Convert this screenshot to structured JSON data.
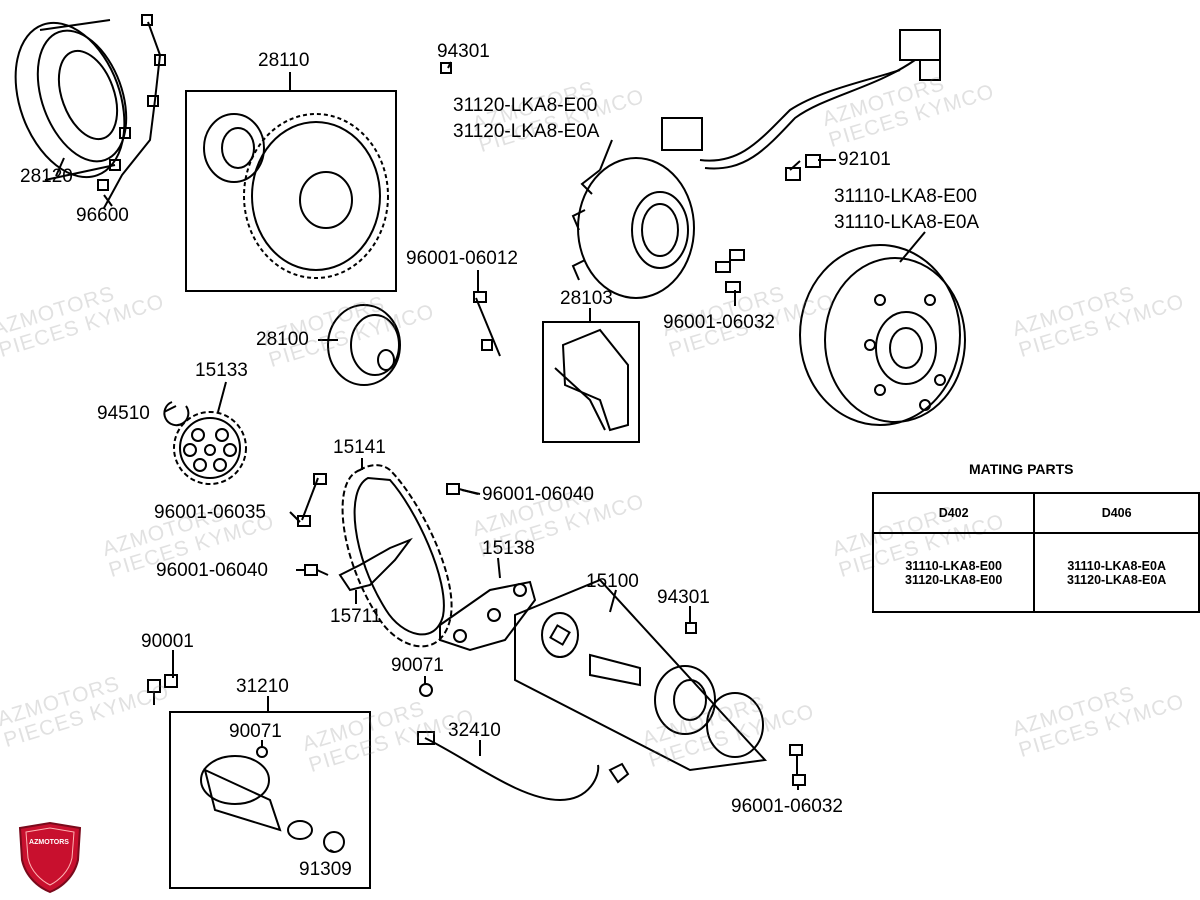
{
  "labels": {
    "p28120": "28120",
    "p96600": "96600",
    "p28110": "28110",
    "p94301a": "94301",
    "p31120a": "31120-LKA8-E00",
    "p31120b": "31120-LKA8-E0A",
    "p92101": "92101",
    "p31110a": "31110-LKA8-E00",
    "p31110b": "31110-LKA8-E0A",
    "p96001_06012": "96001-06012",
    "p28103": "28103",
    "p96001_06032a": "96001-06032",
    "p28100": "28100",
    "p15133": "15133",
    "p94510": "94510",
    "p15141": "15141",
    "p96001_06040a": "96001-06040",
    "p96001_06035": "96001-06035",
    "p15138": "15138",
    "p96001_06040b": "96001-06040",
    "p15711": "15711",
    "p15100": "15100",
    "p94301b": "94301",
    "p90001": "90001",
    "p90071a": "90071",
    "p31210": "31210",
    "p90071b": "90071",
    "p32410": "32410",
    "p96001_06032b": "96001-06032",
    "p91309": "91309"
  },
  "mating_parts": {
    "title": "MATING PARTS",
    "columns": [
      "D402",
      "D406"
    ],
    "rows": [
      [
        "31110-LKA8-E00",
        "31110-LKA8-E0A"
      ],
      [
        "31120-LKA8-E00",
        "31120-LKA8-E0A"
      ]
    ]
  },
  "watermark": {
    "line1": "AZMOTORS",
    "line2": "PIECES KYMCO"
  },
  "logo": {
    "text": "AZMOTORS",
    "color": "#c8102e"
  }
}
